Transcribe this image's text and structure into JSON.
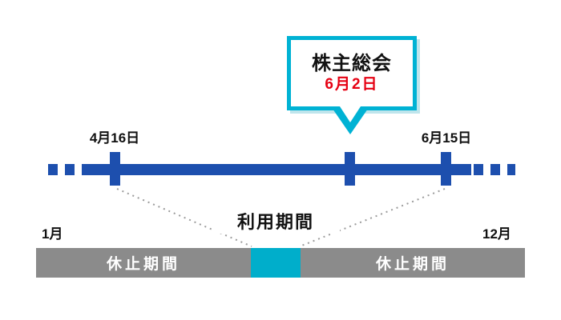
{
  "colors": {
    "timeline_blue": "#1d4fae",
    "callout_cyan": "#00b2d4",
    "date_red": "#e60012",
    "bar_gray": "#8b8b8b",
    "usage_cyan": "#00aecb",
    "connector_gray": "#9b9b9b",
    "text_black": "#111111",
    "text_white": "#ffffff"
  },
  "callout": {
    "title": "株主総会",
    "date": "6月2日"
  },
  "timeline": {
    "left_tick_label": "4月16日",
    "right_tick_label": "6月15日"
  },
  "period_bar": {
    "start_label": "1月",
    "end_label": "12月",
    "left_segment_label": "休止期間",
    "middle_label": "利用期間",
    "right_segment_label": "休止期間"
  }
}
